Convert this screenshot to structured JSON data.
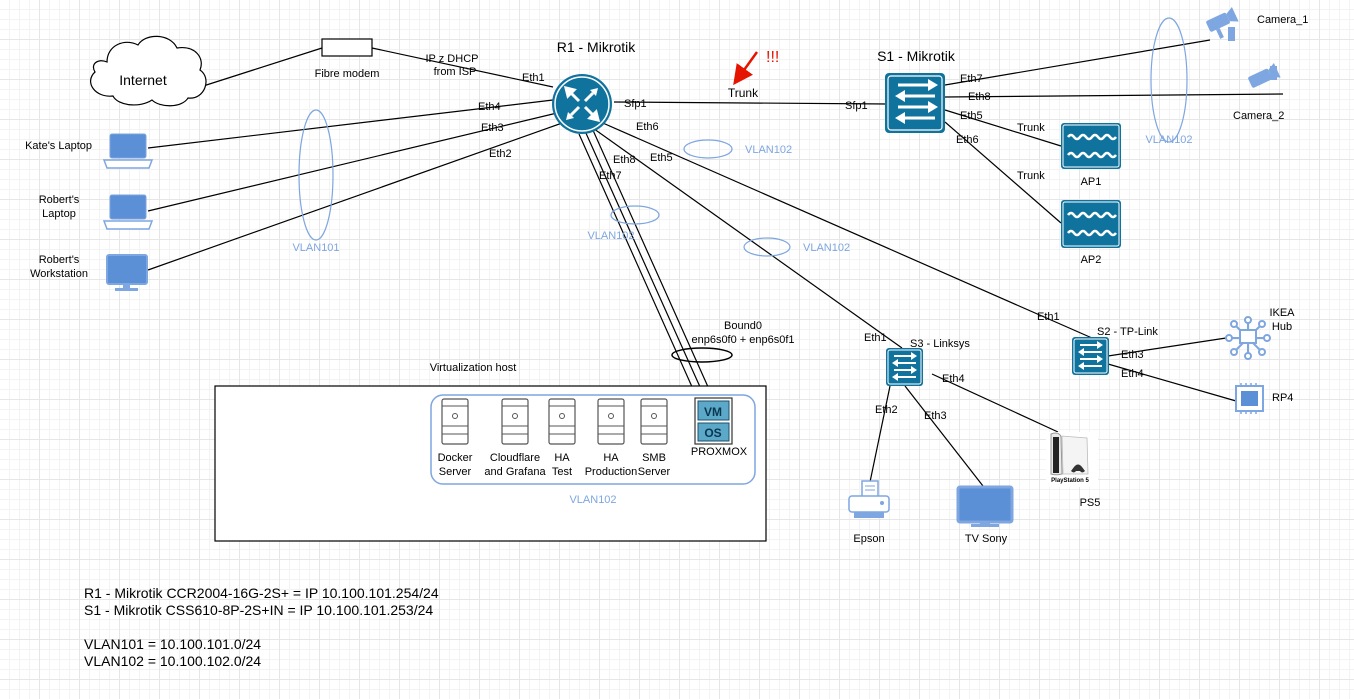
{
  "nodes": {
    "internet": "Internet",
    "fibre_modem": "Fibre modem",
    "dhcp_line1": "IP z DHCP",
    "dhcp_line2": "from ISP",
    "r1": "R1 - Mikrotik",
    "s1": "S1 - Mikrotik",
    "s2": "S2 - TP-Link",
    "s3": "S3 - Linksys",
    "trunk": "Trunk",
    "warn": "!!!",
    "katie": "Kate's Laptop",
    "robert_laptop_1": "Robert's",
    "robert_laptop_2": "Laptop",
    "robert_ws_1": "Robert's",
    "robert_ws_2": "Workstation",
    "camera1": "Camera_1",
    "camera2": "Camera_2",
    "ap1": "AP1",
    "ap2": "AP2",
    "ikea_1": "IKEA",
    "ikea_2": "Hub",
    "rp4": "RP4",
    "epson": "Epson",
    "tv": "TV Sony",
    "ps5": "PS5",
    "ps5_brand": "PlayStation 5",
    "bound0_1": "Bound0",
    "bound0_2": "enp6s0f0 + enp6s0f1",
    "virt_host": "Virtualization host",
    "vm": "VM",
    "os": "OS",
    "proxmox": "PROXMOX"
  },
  "servers": [
    {
      "l1": "Docker",
      "l2": "Server"
    },
    {
      "l1": "Cloudflare",
      "l2": "and Grafana"
    },
    {
      "l1": "HA",
      "l2": "Test"
    },
    {
      "l1": "HA",
      "l2": "Production"
    },
    {
      "l1": "SMB",
      "l2": "Server"
    }
  ],
  "ports": {
    "r1_eth1": "Eth1",
    "r1_eth4": "Eth4",
    "r1_eth3": "Eth3",
    "r1_eth2": "Eth2",
    "r1_sfp1": "Sfp1",
    "r1_eth6": "Eth6",
    "r1_eth5": "Eth5",
    "r1_eth8": "Eth8",
    "r1_eth7": "Eth7",
    "s1_sfp1": "Sfp1",
    "s1_eth7": "Eth7",
    "s1_eth8": "Eth8",
    "s1_eth5": "Eth5",
    "s1_eth6": "Eth6",
    "s1_trunk1": "Trunk",
    "s1_trunk2": "Trunk",
    "s2_eth1": "Eth1",
    "s2_eth3": "Eth3",
    "s2_eth4": "Eth4",
    "s3_eth1": "Eth1",
    "s3_eth2": "Eth2",
    "s3_eth3": "Eth3",
    "s3_eth4": "Eth4"
  },
  "vlans": {
    "v101": "VLAN101",
    "v102_a": "VLAN102",
    "v102_b": "VLAN102",
    "v102_c": "VLAN102",
    "v102_d": "VLAN102",
    "v102_host": "VLAN102"
  },
  "notes": [
    "R1 - Mikrotik CCR2004-16G-2S+ = IP 10.100.101.254/24",
    "S1 - Mikrotik CSS610-8P-2S+IN = IP 10.100.101.253/24",
    "",
    "VLAN101 = 10.100.101.0/24",
    "VLAN102 = 10.100.102.0/24"
  ],
  "colors": {
    "device_teal": "#10739e",
    "device_blue": "#7ea6e0",
    "pc_fill": "#5b8fd6",
    "vlan_text": "#7ea6e0",
    "warning_red": "#e51400"
  }
}
